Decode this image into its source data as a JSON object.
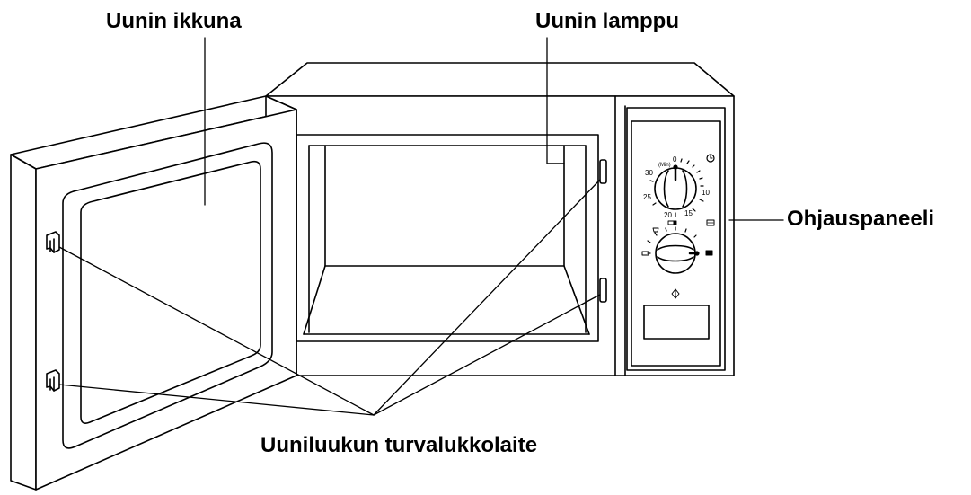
{
  "callouts": {
    "oven_window": "Uunin ikkuna",
    "oven_lamp": "Uunin lamppu",
    "control_panel": "Ohjauspaneeli",
    "door_safety_lock": "Uuniluukun turvalukkolaite"
  },
  "timer_dial": {
    "unit": "(Min)",
    "ticks": [
      "0",
      "10",
      "15",
      "20",
      "25",
      "30"
    ]
  },
  "icons": {
    "timer": "clock-icon",
    "power": "power-level-icon",
    "door_release": "door-release-icon"
  },
  "colors": {
    "line": "#000000",
    "background": "#ffffff"
  }
}
